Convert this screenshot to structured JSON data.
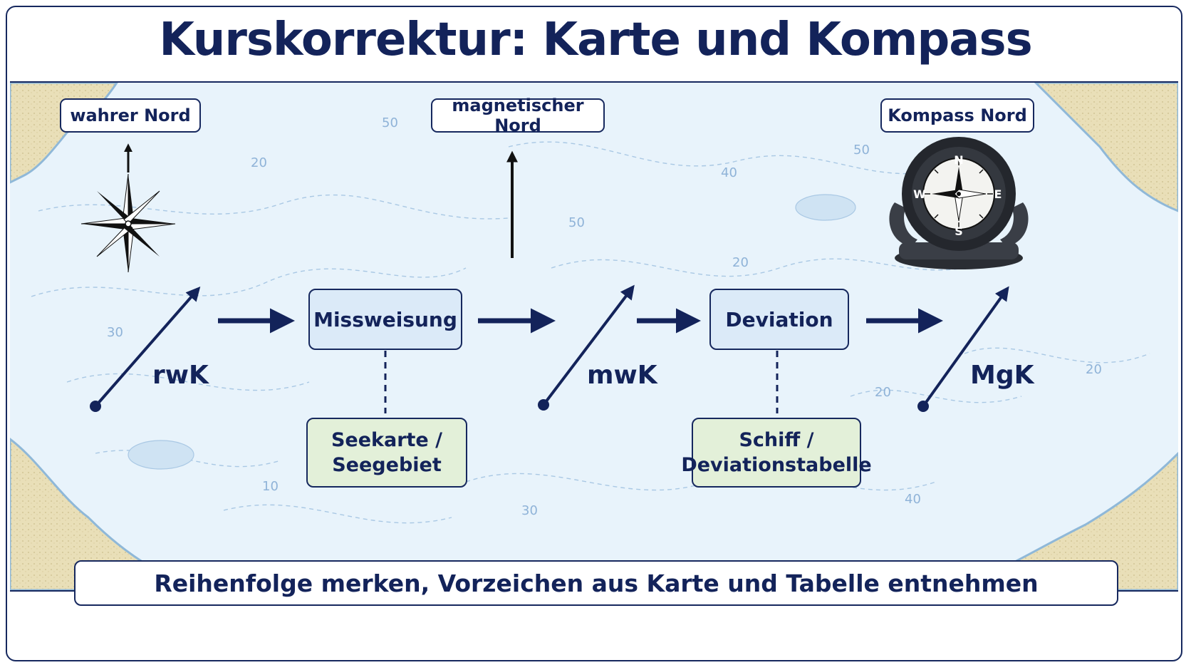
{
  "title": "Kurskorrektur: Karte und Kompass",
  "north_labels": {
    "true_north": "wahrer Nord",
    "magnetic_north": "magnetischer Nord",
    "compass_north": "Kompass Nord"
  },
  "courses": {
    "rwk": "rwK",
    "mwk": "mwK",
    "mgk": "MgK"
  },
  "corrections": {
    "variation": "Missweisung",
    "deviation": "Deviation"
  },
  "sources": {
    "variation_line1": "Seekarte /",
    "variation_line2": "Seegebiet",
    "deviation_line1": "Schiff /",
    "deviation_line2": "Deviationstabelle"
  },
  "depths": [
    "50",
    "20",
    "40",
    "50",
    "50",
    "20",
    "30",
    "20",
    "20",
    "10",
    "30",
    "40"
  ],
  "compass_letters": {
    "n": "N",
    "e": "E",
    "s": "S",
    "w": "W"
  },
  "footer": "Reihenfolge merken, Vorzeichen aus Karte und Tabelle entnehmen",
  "colors": {
    "navy": "#13235a",
    "water": "#e8f3fb",
    "land": "#e9dfb8",
    "process_box": "#dbeaf8",
    "source_box": "#e3f0d9"
  }
}
